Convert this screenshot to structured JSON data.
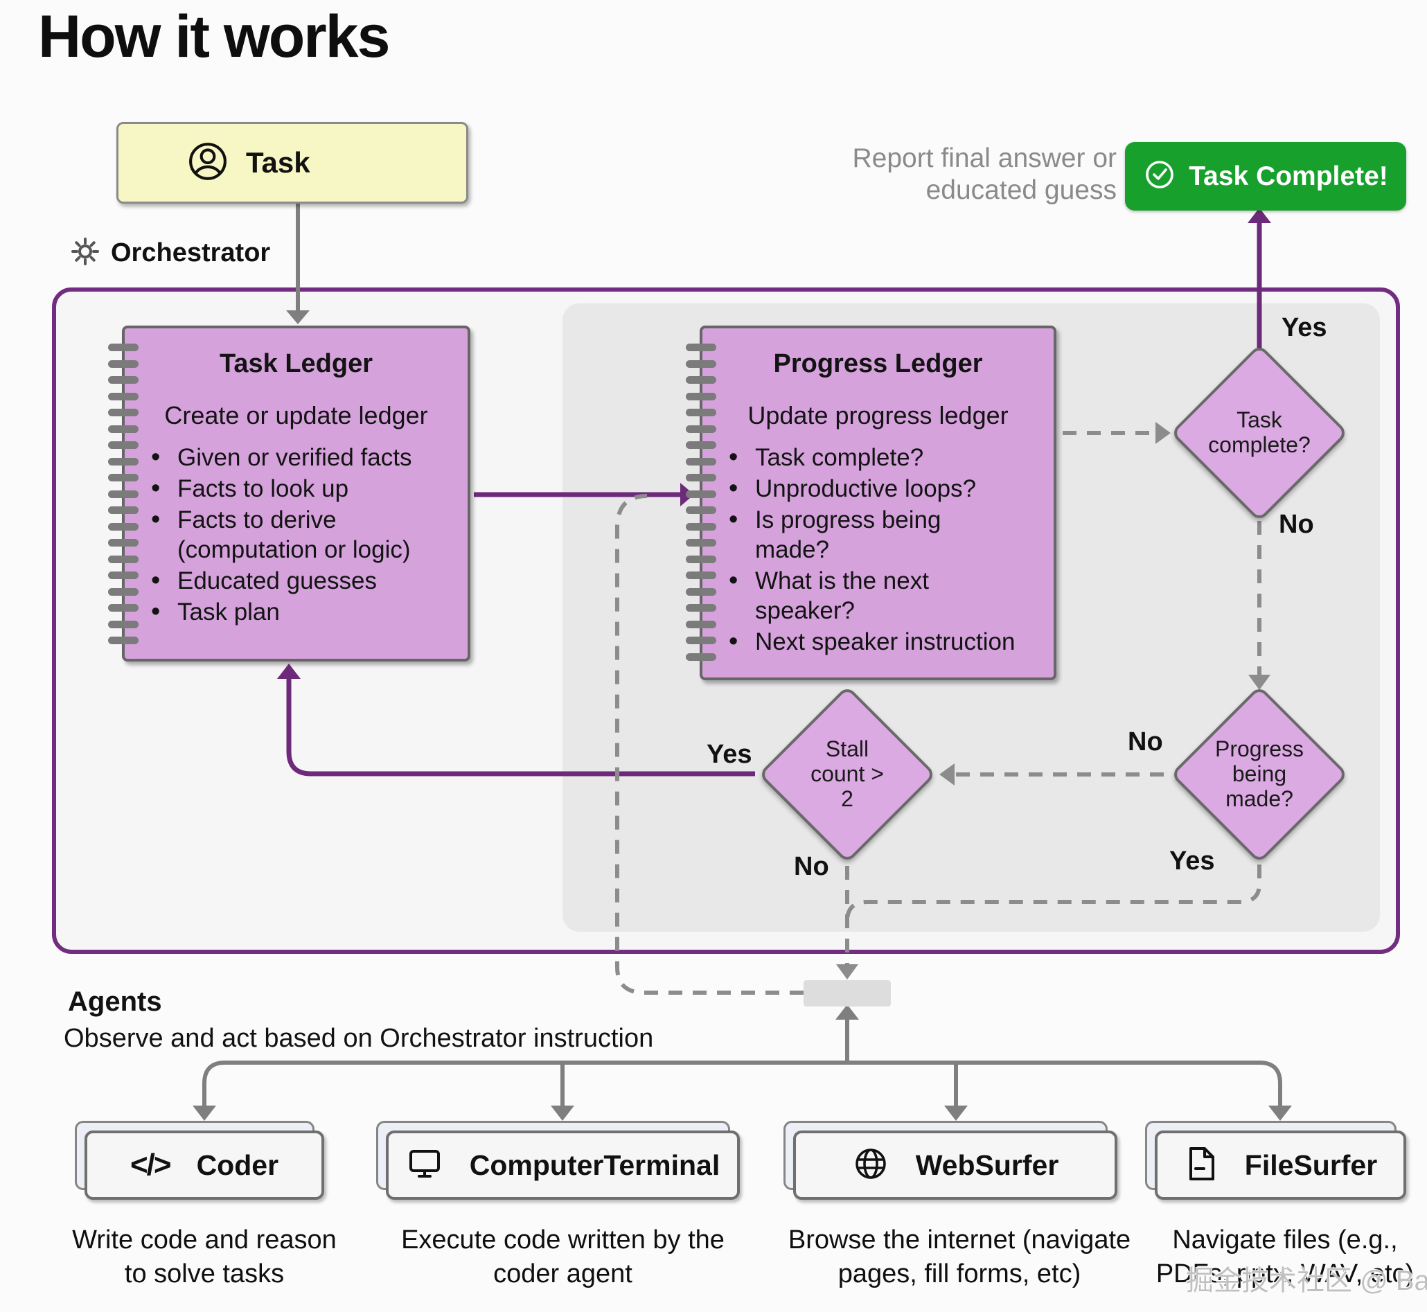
{
  "title": "How it works",
  "task_box": {
    "label": "Task"
  },
  "orchestrator": {
    "label": "Orchestrator"
  },
  "report_text": "Report final answer or\neducated guess",
  "task_complete_button": {
    "label": "Task Complete!"
  },
  "task_ledger": {
    "title": "Task Ledger",
    "intro": "Create or update ledger",
    "items": [
      "Given or verified facts",
      "Facts to look up",
      "Facts to derive\n(computation or logic)",
      "Educated guesses",
      "Task plan"
    ]
  },
  "progress_ledger": {
    "title": "Progress Ledger",
    "intro": "Update progress ledger",
    "items": [
      "Task complete?",
      "Unproductive loops?",
      "Is progress being\nmade?",
      "What is the next\nspeaker?",
      "Next speaker instruction"
    ]
  },
  "decisions": {
    "task_complete": "Task\ncomplete?",
    "progress_being_made": "Progress\nbeing\nmade?",
    "stall_count": "Stall\ncount >\n2"
  },
  "edge_labels": {
    "task_complete_yes": "Yes",
    "task_complete_no": "No",
    "progress_no": "No",
    "progress_yes": "Yes",
    "stall_yes": "Yes",
    "stall_no": "No"
  },
  "agents_section": {
    "title": "Agents",
    "subtitle": "Observe and act based on Orchestrator instruction"
  },
  "agents": [
    {
      "name": "Coder",
      "icon": "code-icon",
      "description": "Write code and reason\nto solve tasks"
    },
    {
      "name": "ComputerTerminal",
      "icon": "monitor-icon",
      "description": "Execute code written by the\ncoder agent"
    },
    {
      "name": "WebSurfer",
      "icon": "globe-icon",
      "description": "Browse the internet (navigate\npages, fill forms, etc)"
    },
    {
      "name": "FileSurfer",
      "icon": "file-icon",
      "description": "Navigate files (e.g.,\nPDFs, pptx, WAV, etc)"
    }
  ],
  "watermark": "掘金技术社区 @ Batistuta",
  "colors": {
    "accent_purple": "#722c80",
    "node_purple": "#d5a2dc",
    "diamond_purple": "#dcaae3",
    "task_yellow": "#f7f7c5",
    "success_green": "#17a12c",
    "line_gray": "#7f7f7f"
  },
  "rings": {
    "task_ledger_count": 19,
    "progress_ledger_count": 20
  }
}
